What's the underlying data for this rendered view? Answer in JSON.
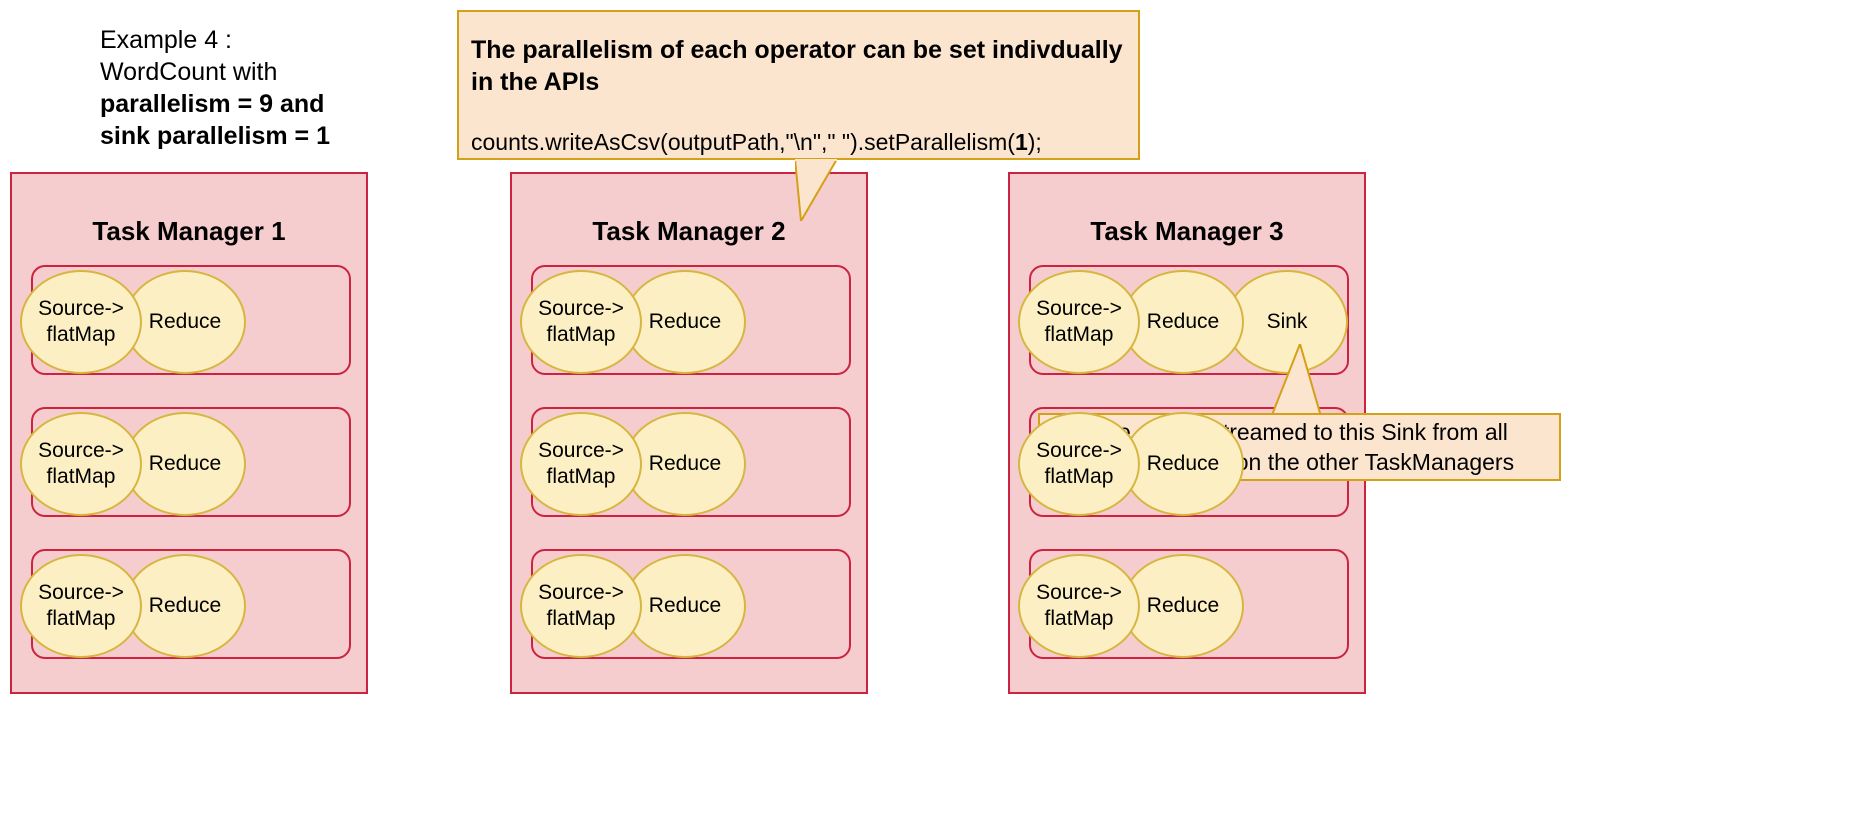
{
  "caption": {
    "line1": "Example 4 :",
    "line2": "WordCount with",
    "line3": "parallelism = 9 and",
    "line4": "sink parallelism = 1"
  },
  "callout_api": {
    "headline": "The parallelism of each operator can be set indivdually in the APIs",
    "code_prefix": "counts.writeAsCsv(outputPath,\"\\n\",\" \").setParallelism(",
    "code_arg": "1",
    "code_suffix": ");"
  },
  "callout_sink": {
    "line1": "The data is streamed to this Sink from all",
    "line2": "the other slots on the other TaskManagers"
  },
  "node_labels": {
    "source_flatmap": "Source->\nflatMap",
    "reduce": "Reduce",
    "sink": "Sink"
  },
  "colors": {
    "taskmanager_fill": "#f5cdce",
    "taskmanager_border": "#cc2340",
    "slot_border": "#cc2340",
    "node_fill": "#fcefc4",
    "node_border": "#d6b641",
    "callout_fill": "#fce5ce",
    "callout_border": "#d4a017",
    "text": "#000000"
  },
  "taskmanagers": [
    {
      "title": "Task Manager 1",
      "slots": [
        {
          "nodes": [
            {
              "type": "source",
              "label": "Source->\nflatMap"
            },
            {
              "type": "reduce",
              "label": "Reduce"
            }
          ]
        },
        {
          "nodes": [
            {
              "type": "source",
              "label": "Source->\nflatMap"
            },
            {
              "type": "reduce",
              "label": "Reduce"
            }
          ]
        },
        {
          "nodes": [
            {
              "type": "source",
              "label": "Source->\nflatMap"
            },
            {
              "type": "reduce",
              "label": "Reduce"
            }
          ]
        }
      ]
    },
    {
      "title": "Task Manager 2",
      "slots": [
        {
          "nodes": [
            {
              "type": "source",
              "label": "Source->\nflatMap"
            },
            {
              "type": "reduce",
              "label": "Reduce"
            }
          ]
        },
        {
          "nodes": [
            {
              "type": "source",
              "label": "Source->\nflatMap"
            },
            {
              "type": "reduce",
              "label": "Reduce"
            }
          ]
        },
        {
          "nodes": [
            {
              "type": "source",
              "label": "Source->\nflatMap"
            },
            {
              "type": "reduce",
              "label": "Reduce"
            }
          ]
        }
      ]
    },
    {
      "title": "Task Manager 3",
      "slots": [
        {
          "nodes": [
            {
              "type": "source",
              "label": "Source->\nflatMap"
            },
            {
              "type": "reduce",
              "label": "Reduce"
            },
            {
              "type": "sink",
              "label": "Sink"
            }
          ]
        },
        {
          "nodes": [
            {
              "type": "source",
              "label": "Source->\nflatMap"
            },
            {
              "type": "reduce",
              "label": "Reduce"
            }
          ]
        },
        {
          "nodes": [
            {
              "type": "source",
              "label": "Source->\nflatMap"
            },
            {
              "type": "reduce",
              "label": "Reduce"
            }
          ]
        }
      ]
    }
  ]
}
